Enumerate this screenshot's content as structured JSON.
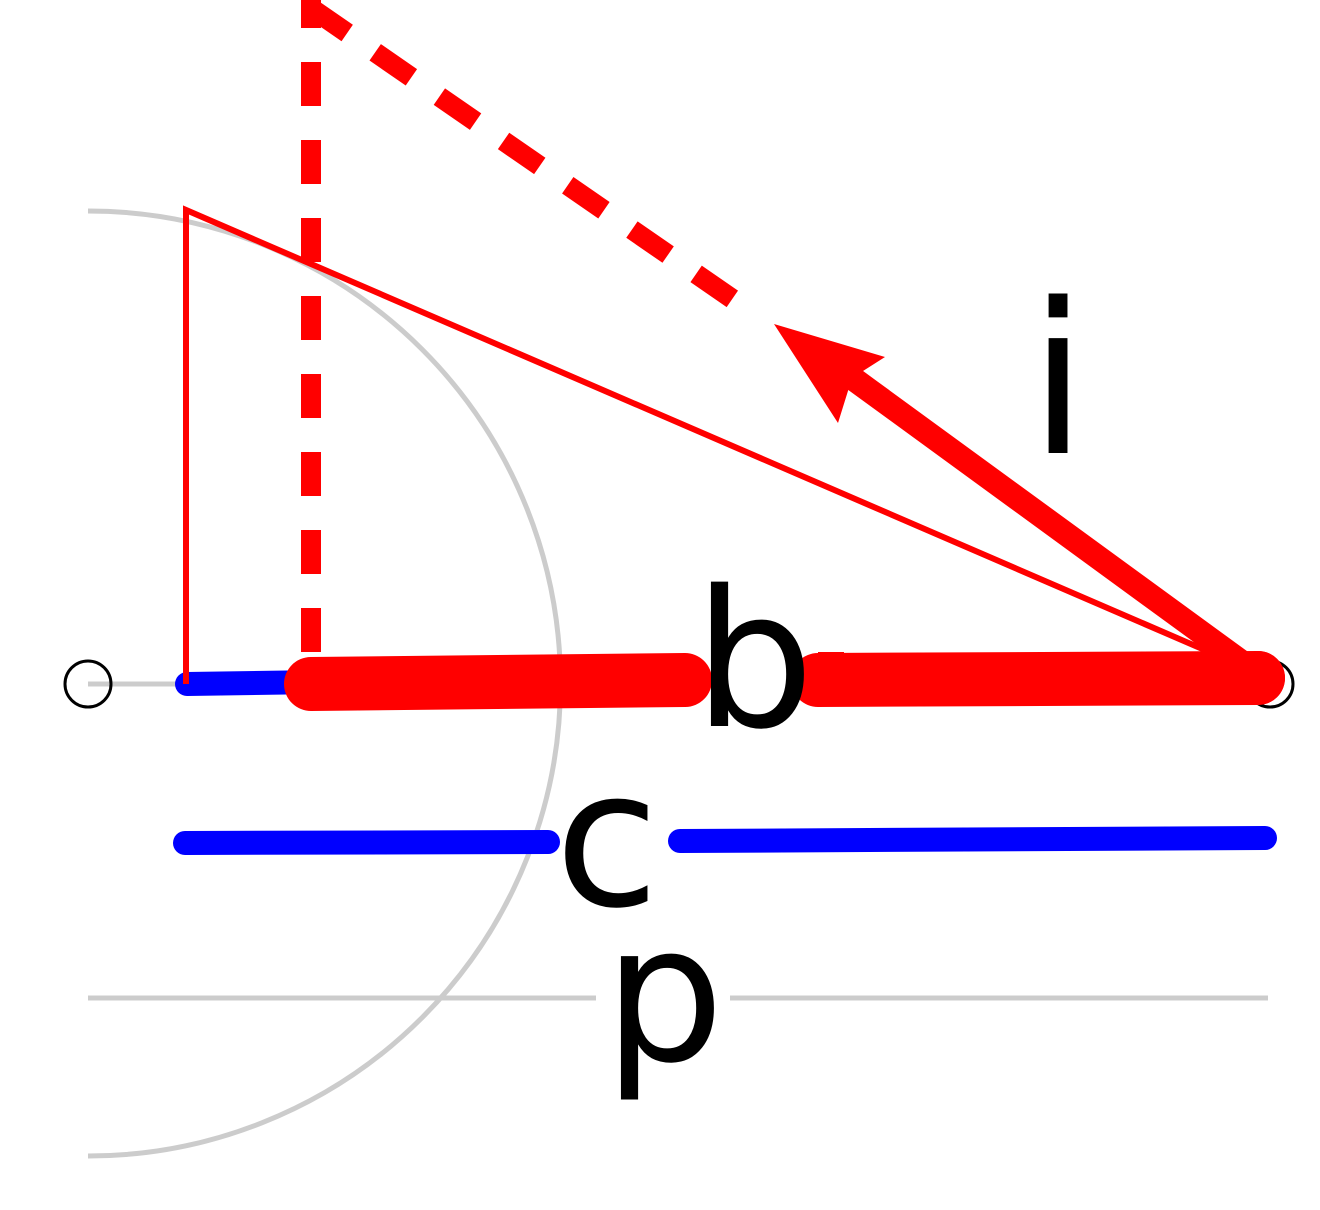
{
  "labels": {
    "i": "i",
    "b": "b",
    "c": "c",
    "p": "p"
  },
  "colors": {
    "red": "#ff0000",
    "blue": "#0000ff",
    "gray": "#cccccc",
    "black": "#000000",
    "background": "#ffffff"
  }
}
